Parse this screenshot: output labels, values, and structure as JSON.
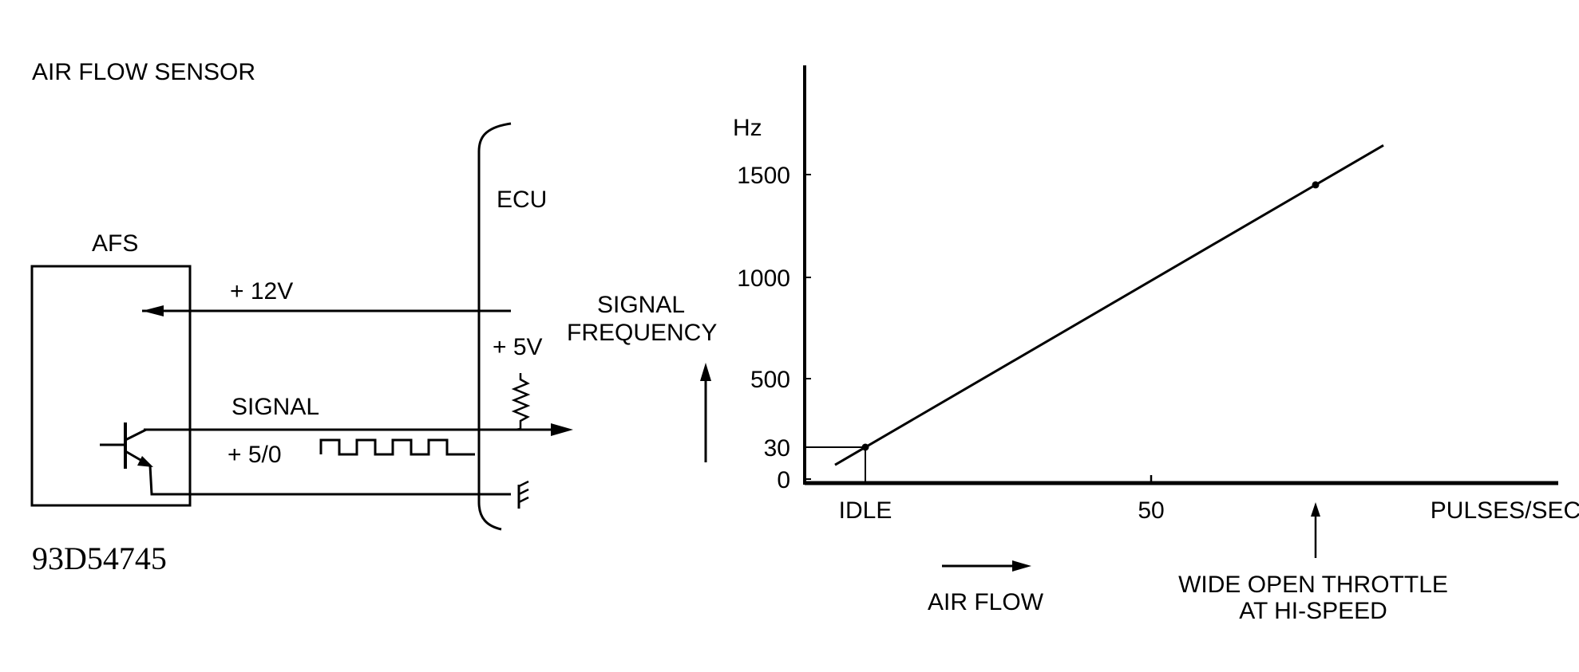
{
  "circuit": {
    "title": "AIR FLOW SENSOR",
    "afs_label": "AFS",
    "ecu_label": "ECU",
    "v12_label": "+ 12V",
    "v5_label": "+ 5V",
    "signal_label": "SIGNAL",
    "signal_level_label": "+ 5/0",
    "figure_code": "93D54745"
  },
  "chart": {
    "y_title": "SIGNAL FREQUENCY",
    "y_unit": "Hz",
    "x_unit": "PULSES/SEC",
    "air_flow_label": "AIR FLOW",
    "wot_label_line1": "WIDE OPEN THROTTLE",
    "wot_label_line2": "AT HI-SPEED"
  },
  "chart_data": {
    "type": "line",
    "title": "",
    "ylabel": "SIGNAL FREQUENCY",
    "y_unit": "Hz",
    "xlabel": "PULSES/SEC",
    "y_ticks": [
      {
        "label": "0",
        "value": 0
      },
      {
        "label": "30",
        "value": 30
      },
      {
        "label": "500",
        "value": 500
      },
      {
        "label": "1000",
        "value": 1000
      },
      {
        "label": "1500",
        "value": 1500
      }
    ],
    "x_ticks": [
      {
        "label": "IDLE"
      },
      {
        "label": "50",
        "value": 50
      }
    ],
    "points": [
      {
        "name": "IDLE",
        "y": 30
      },
      {
        "name": "WIDE OPEN THROTTLE AT HI-SPEED",
        "y": 1450
      }
    ]
  }
}
